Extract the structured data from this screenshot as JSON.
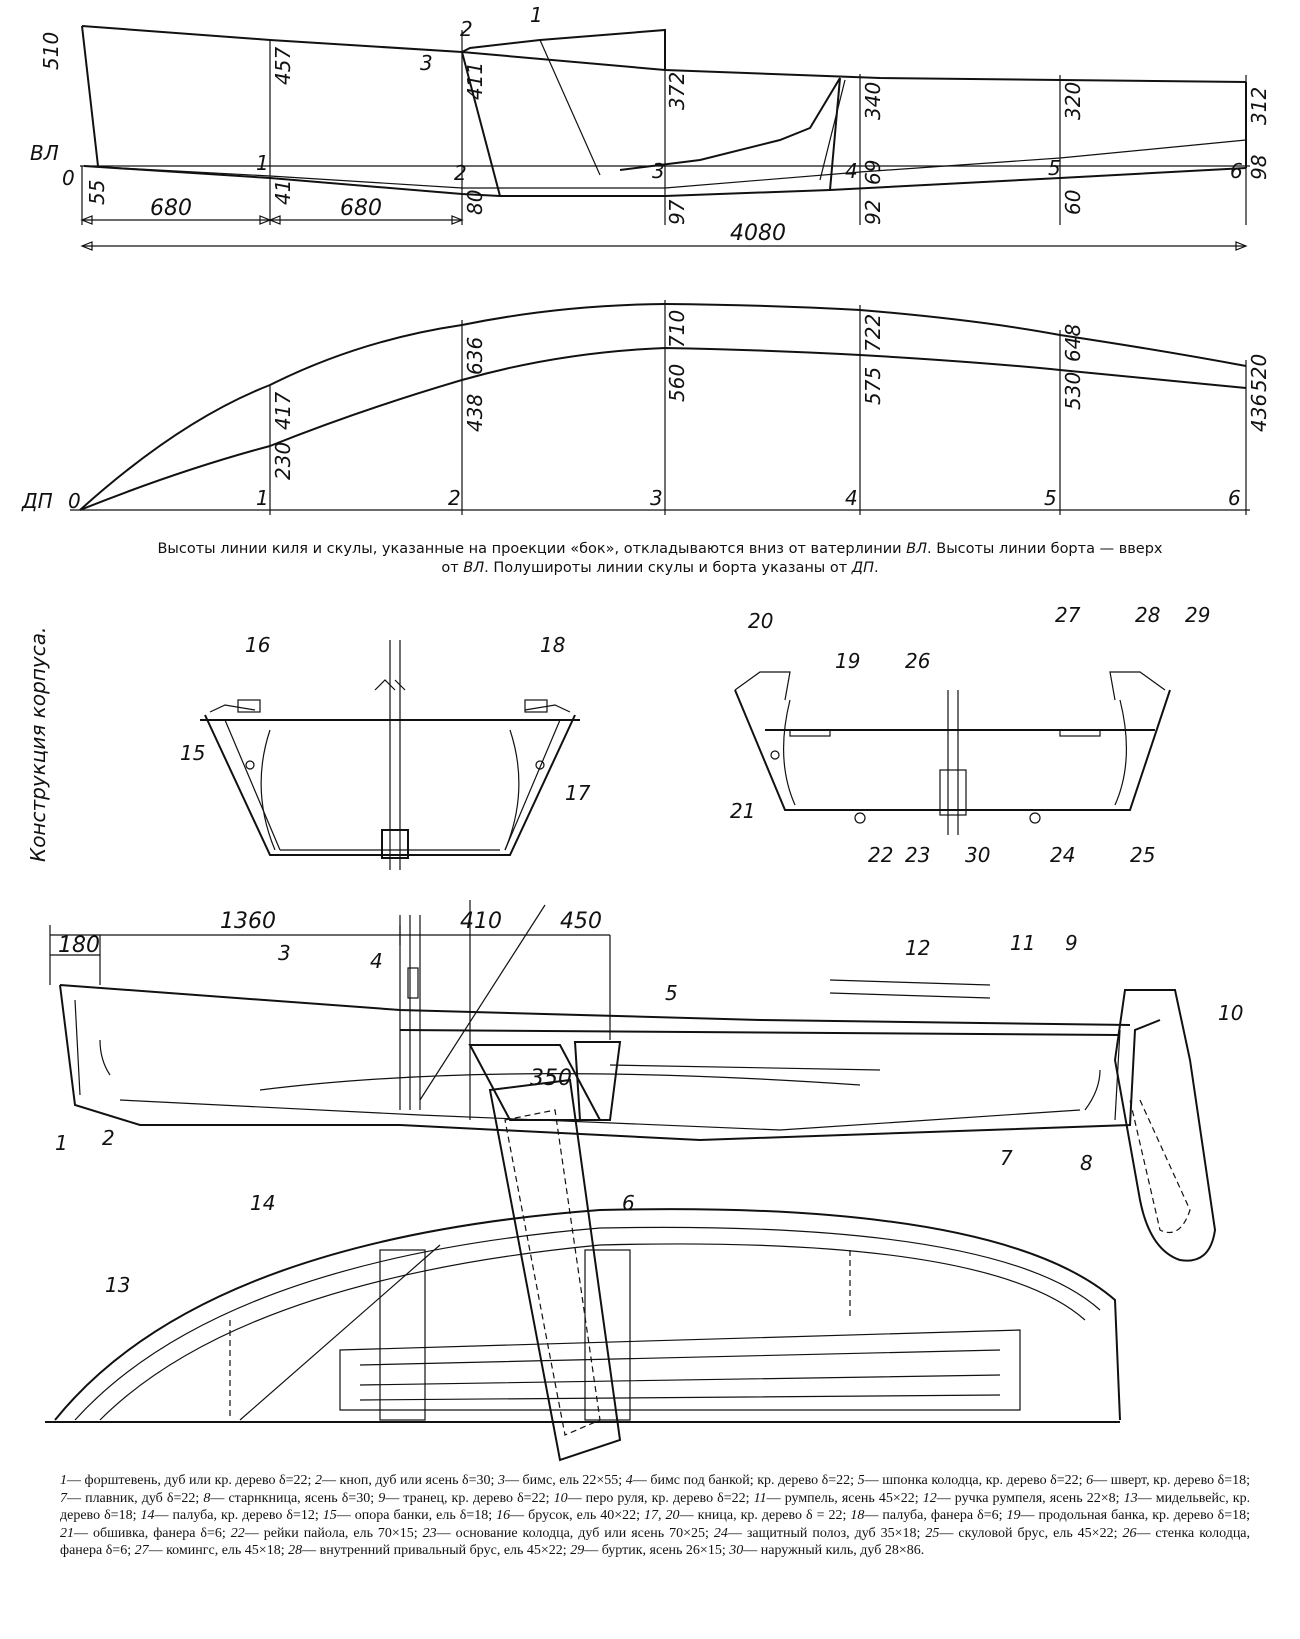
{
  "side_view": {
    "waterline_label": "ВЛ",
    "stations": [
      "0",
      "1",
      "2",
      "3",
      "4",
      "5",
      "6"
    ],
    "sheer_heights": [
      "510",
      "457",
      "411",
      "372",
      "340",
      "320",
      "312"
    ],
    "keel_depths": [
      "55",
      "41",
      "80",
      "97",
      "92",
      "60",
      "98"
    ],
    "chine_depth": "69",
    "spacing_1": "680",
    "spacing_2": "680",
    "total_length": "4080"
  },
  "plan_view": {
    "centerline_label": "ДП",
    "stations": [
      "0",
      "1",
      "2",
      "3",
      "4",
      "5",
      "6"
    ],
    "sheer_half_breadths": [
      "417",
      "636",
      "710",
      "722",
      "648",
      "520"
    ],
    "chine_half_breadths": [
      "230",
      "438",
      "560",
      "575",
      "530",
      "436"
    ]
  },
  "caption": {
    "line1_a": "Высоты линии киля и скулы, указанные на проекции «бок», откладываются вниз от ватерлинии ",
    "line1_vl": "ВЛ",
    "line1_b": ". Высоты линии борта — вверх",
    "line2_a": "от ",
    "line2_vl": "ВЛ",
    "line2_b": ". Полушироты линии скулы и борта указаны от ",
    "line2_dp": "ДП",
    "line2_c": "."
  },
  "section_title": "Конструкция корпуса.",
  "sections": {
    "left_labels": [
      "16",
      "18",
      "15",
      "17"
    ],
    "right_labels": [
      "20",
      "19",
      "26",
      "27",
      "28",
      "29",
      "21",
      "22",
      "23",
      "30",
      "24",
      "25"
    ]
  },
  "profile": {
    "dims": [
      "1360",
      "410",
      "450",
      "180",
      "350"
    ],
    "labels": [
      "1",
      "2",
      "3",
      "4",
      "5",
      "6",
      "7",
      "8",
      "9",
      "10",
      "11",
      "12",
      "13",
      "14"
    ]
  },
  "legend": [
    {
      "n": "1",
      "t": "— форштевень, дуб или кр. дерево δ=22;"
    },
    {
      "n": "2",
      "t": "— кноп, дуб или ясень δ=30;"
    },
    {
      "n": "3",
      "t": "— бимс, ель 22×55;"
    },
    {
      "n": "4",
      "t": "— бимс под банкой; кр. дерево δ=22;"
    },
    {
      "n": "5",
      "t": "— шпонка колодца, кр. дерево δ=22;"
    },
    {
      "n": "6",
      "t": "— шверт, кр. дерево δ=18;"
    },
    {
      "n": "7",
      "t": "— плавник, дуб δ=22;"
    },
    {
      "n": "8",
      "t": "— старнкница, ясень δ=30;"
    },
    {
      "n": "9",
      "t": "— транец, кр. дерево δ=22;"
    },
    {
      "n": "10",
      "t": "— перо руля, кр. дерево δ=22;"
    },
    {
      "n": "11",
      "t": "— румпель, ясень 45×22;"
    },
    {
      "n": "12",
      "t": "— ручка румпеля, ясень 22×8;"
    },
    {
      "n": "13",
      "t": "— мидельвейс, кр. дерево δ=18;"
    },
    {
      "n": "14",
      "t": "— палуба, кр. дерево δ=12;"
    },
    {
      "n": "15",
      "t": "— опора банки, ель δ=18;"
    },
    {
      "n": "16",
      "t": "— брусок, ель 40×22;"
    },
    {
      "n": "17, 20",
      "t": "— кница, кр. дерево δ = 22;"
    },
    {
      "n": "18",
      "t": "— палуба, фанера δ=6;"
    },
    {
      "n": "19",
      "t": "— продольная банка, кр. дерево δ=18;"
    },
    {
      "n": "21",
      "t": "— обшивка, фанера δ=6;"
    },
    {
      "n": "22",
      "t": "— рейки пайола, ель 70×15;"
    },
    {
      "n": "23",
      "t": "— основание колодца, дуб или ясень 70×25;"
    },
    {
      "n": "24",
      "t": "— защитный полоз, дуб 35×18;"
    },
    {
      "n": "25",
      "t": "— скуловой брус, ель 45×22;"
    },
    {
      "n": "26",
      "t": "— стенка колодца, фанера δ=6;"
    },
    {
      "n": "27",
      "t": "— комингс, ель 45×18;"
    },
    {
      "n": "28",
      "t": "— внутренний привальный брус, ель 45×22;"
    },
    {
      "n": "29",
      "t": "— буртик, ясень 26×15;"
    },
    {
      "n": "30",
      "t": "— наружный киль, дуб 28×86."
    }
  ]
}
